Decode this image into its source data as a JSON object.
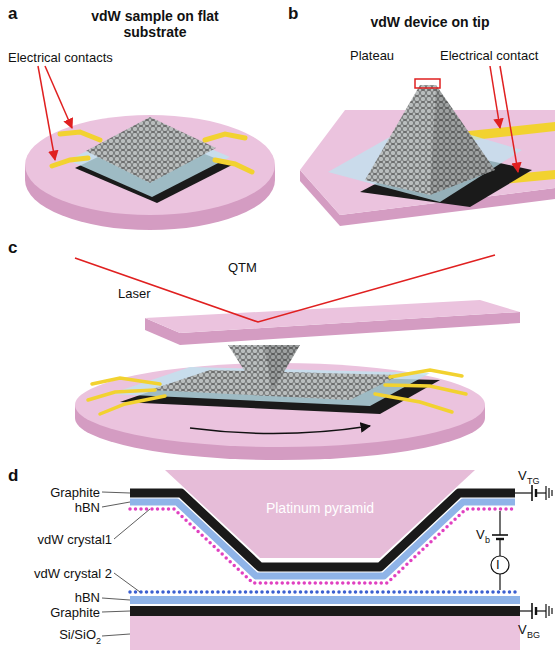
{
  "diagram": {
    "nodes": [
      {
        "text": [
          "Platinum pyramid"
        ]
      }
    ],
    "labels": [
      "a",
      "vdW sample on flat substrate",
      "Electrical contacts",
      "b",
      "vdW device on tip",
      "Plateau",
      "Electrical contact",
      "c",
      "Laser",
      "QTM",
      "d",
      "Graphite",
      "hBN",
      "vdW crystal1",
      "vdW crystal 2",
      "hBN",
      "Graphite",
      "Si/SiO",
      "2",
      "V",
      "TG",
      "V",
      "b",
      "V",
      "BG",
      "I"
    ]
  }
}
